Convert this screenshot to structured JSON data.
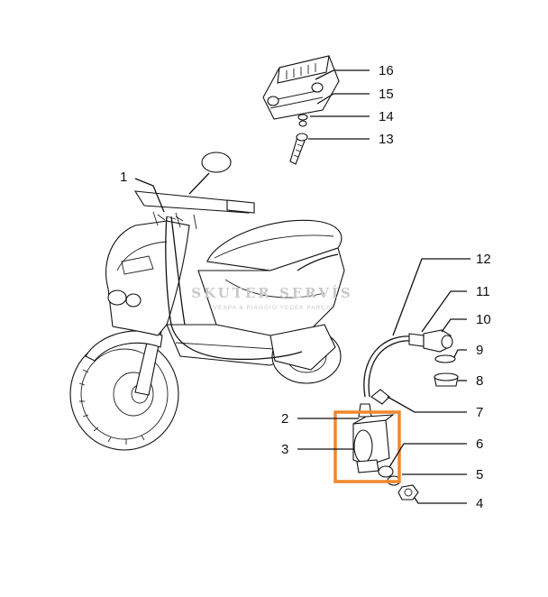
{
  "diagram": {
    "callouts": [
      "1",
      "2",
      "3",
      "4",
      "5",
      "6",
      "7",
      "8",
      "9",
      "10",
      "11",
      "12",
      "13",
      "14",
      "15",
      "16"
    ]
  },
  "watermark": {
    "title": "SKUTER SERVİS",
    "subtitle": "VESPA & PİAGGİO YEDEK PARÇA"
  },
  "colors": {
    "highlight": "#f0872b",
    "ink": "#111111"
  }
}
